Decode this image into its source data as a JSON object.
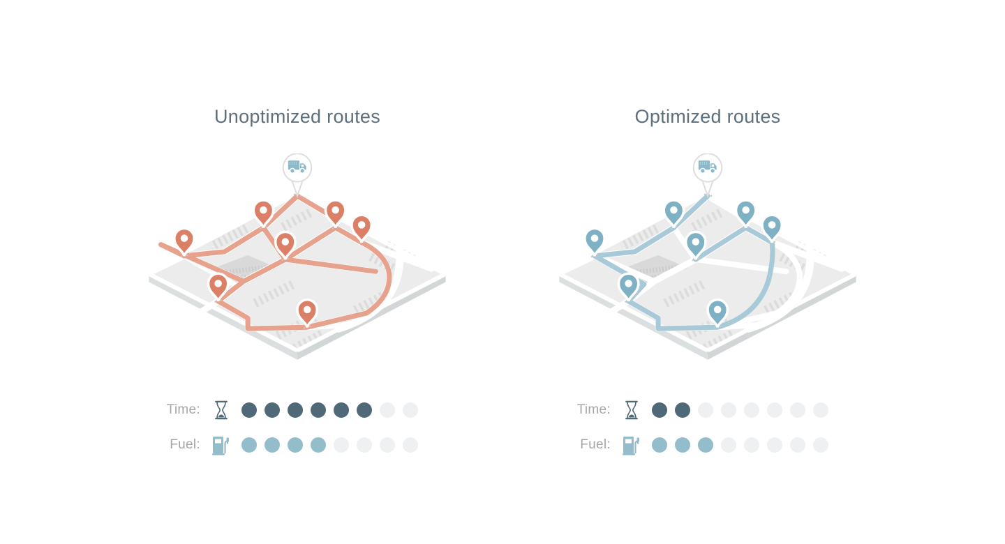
{
  "panels": [
    {
      "id": "unoptimized",
      "title": "Unoptimized routes",
      "route_color": "#e6a28c",
      "pin_color": "#db7f66",
      "stats": {
        "time": {
          "label": "Time:",
          "filled": 6,
          "total": 8
        },
        "fuel": {
          "label": "Fuel:",
          "filled": 4,
          "total": 8
        }
      }
    },
    {
      "id": "optimized",
      "title": "Optimized routes",
      "route_color": "#a8c9d7",
      "pin_color": "#7fb1c4",
      "stats": {
        "time": {
          "label": "Time:",
          "filled": 2,
          "total": 8
        },
        "fuel": {
          "label": "Fuel:",
          "filled": 3,
          "total": 8
        }
      }
    }
  ],
  "colors": {
    "title_text": "#5d6f7d",
    "label_text": "#a6a6a6",
    "time_filled": "#4f6978",
    "fuel_filled": "#93bdca",
    "dot_empty": "#eef0f1",
    "truck": "#8cb9c9",
    "map_ground": "#ececec",
    "map_side_left": "#dcdfdf",
    "map_side_right": "#d2d6d6",
    "road": "#ffffff",
    "building": "#dcdcdc",
    "park": "#d9d9d9",
    "bubble_stroke": "#dedede"
  },
  "icons": {
    "truck": "delivery-truck-icon",
    "pin": "location-pin-icon",
    "time": "hourglass-icon",
    "fuel": "fuel-pump-icon"
  }
}
